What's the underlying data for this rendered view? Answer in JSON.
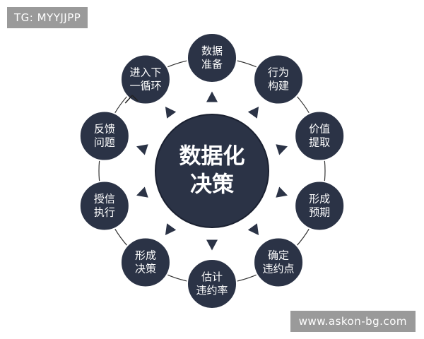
{
  "tag": "TG: MYYJJPP",
  "watermark": "www.askon-bg.com",
  "colors": {
    "node_fill": "#2b3346",
    "node_stroke": "#ffffff",
    "ring": "#333333",
    "arrow": "#2b3346",
    "badge_bg": "#9a9a9a"
  },
  "center": {
    "lines": [
      "数据化",
      "决策"
    ]
  },
  "steps": [
    {
      "lines": [
        "数据",
        "准备"
      ]
    },
    {
      "lines": [
        "行为",
        "构建"
      ]
    },
    {
      "lines": [
        "价值",
        "提取"
      ]
    },
    {
      "lines": [
        "形成",
        "预期"
      ]
    },
    {
      "lines": [
        "确定",
        "违约点"
      ]
    },
    {
      "lines": [
        "估计",
        "违约率"
      ]
    },
    {
      "lines": [
        "形成",
        "决策"
      ]
    },
    {
      "lines": [
        "授信",
        "执行"
      ]
    },
    {
      "lines": [
        "反馈",
        "问题"
      ]
    },
    {
      "lines": [
        "进入下",
        "一循环"
      ]
    }
  ]
}
